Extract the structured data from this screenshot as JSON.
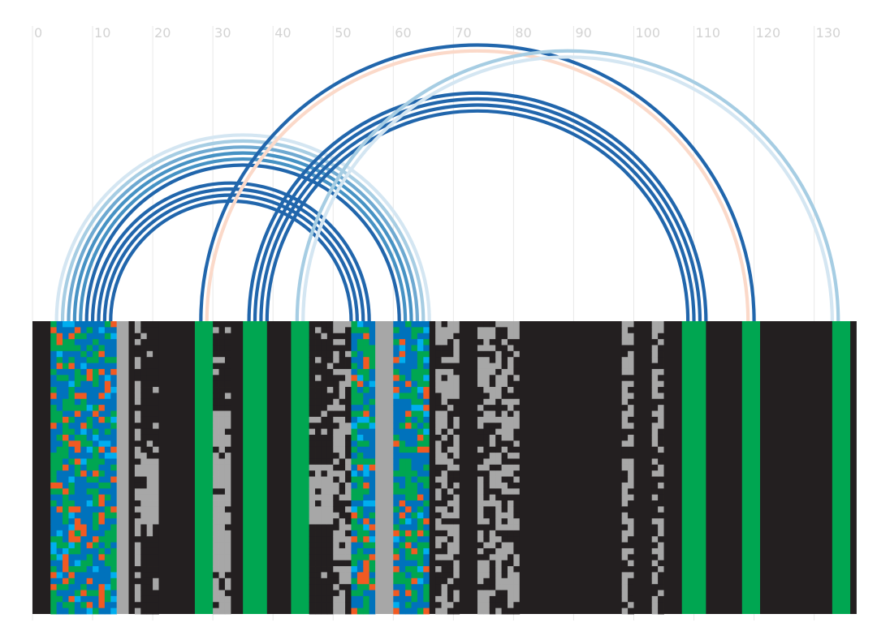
{
  "chart_data": {
    "type": "heatmap",
    "title": "",
    "xlabel": "",
    "ylabel": "",
    "xlim": [
      0,
      137
    ],
    "ylim": [
      0,
      49
    ],
    "tick_values": [
      0,
      10,
      20,
      30,
      40,
      50,
      60,
      70,
      80,
      90,
      100,
      110,
      120,
      130
    ],
    "tick_labels": [
      "0",
      "10",
      "20",
      "30",
      "40",
      "50",
      "60",
      "70",
      "80",
      "90",
      "100",
      "110",
      "120",
      "130"
    ],
    "grid": true,
    "rows": 49,
    "colors": {
      "K": "#231f20",
      "G": "#a7a7a7",
      "E": "#00a651",
      "B": "#0072bc",
      "O": "#f15a22",
      "C": "#00aeef",
      "grid": "#e8e8e8",
      "tick_label": "#d3d3d3"
    },
    "columns": [
      {
        "start": 0,
        "end": 3,
        "pattern": "solid",
        "colors": [
          "K"
        ]
      },
      {
        "start": 3,
        "end": 14,
        "pattern": "mixed",
        "colors": [
          "B",
          "E",
          "O",
          "C"
        ]
      },
      {
        "start": 14,
        "end": 16,
        "pattern": "solid",
        "colors": [
          "G"
        ]
      },
      {
        "start": 16,
        "end": 17,
        "pattern": "solid",
        "colors": [
          "K"
        ]
      },
      {
        "start": 17,
        "end": 18,
        "pattern": "sparse",
        "colors": [
          "G",
          "K"
        ]
      },
      {
        "start": 18,
        "end": 21,
        "pattern": "band",
        "colors": [
          "G",
          "K"
        ],
        "band": [
          23,
          34
        ]
      },
      {
        "start": 21,
        "end": 27,
        "pattern": "solid",
        "colors": [
          "K"
        ]
      },
      {
        "start": 27,
        "end": 30,
        "pattern": "solid",
        "colors": [
          "E"
        ]
      },
      {
        "start": 30,
        "end": 33,
        "pattern": "band",
        "colors": [
          "G",
          "K"
        ],
        "band": [
          15,
          49
        ]
      },
      {
        "start": 33,
        "end": 35,
        "pattern": "solid",
        "colors": [
          "K"
        ]
      },
      {
        "start": 35,
        "end": 39,
        "pattern": "solid",
        "colors": [
          "E"
        ]
      },
      {
        "start": 39,
        "end": 43,
        "pattern": "solid",
        "colors": [
          "K"
        ]
      },
      {
        "start": 43,
        "end": 46,
        "pattern": "solid",
        "colors": [
          "E"
        ]
      },
      {
        "start": 46,
        "end": 50,
        "pattern": "band",
        "colors": [
          "G",
          "K"
        ],
        "band": [
          24,
          34
        ]
      },
      {
        "start": 50,
        "end": 53,
        "pattern": "sparse",
        "colors": [
          "G",
          "K"
        ]
      },
      {
        "start": 53,
        "end": 57,
        "pattern": "mixed",
        "colors": [
          "B",
          "E",
          "O",
          "C"
        ]
      },
      {
        "start": 57,
        "end": 60,
        "pattern": "solid",
        "colors": [
          "G"
        ]
      },
      {
        "start": 60,
        "end": 66,
        "pattern": "mixed",
        "colors": [
          "B",
          "E",
          "O",
          "C"
        ]
      },
      {
        "start": 66,
        "end": 67,
        "pattern": "solid",
        "colors": [
          "K"
        ]
      },
      {
        "start": 67,
        "end": 71,
        "pattern": "sparse",
        "colors": [
          "G",
          "K"
        ]
      },
      {
        "start": 71,
        "end": 74,
        "pattern": "solid",
        "colors": [
          "K"
        ]
      },
      {
        "start": 74,
        "end": 81,
        "pattern": "sparse",
        "colors": [
          "G",
          "K"
        ]
      },
      {
        "start": 81,
        "end": 98,
        "pattern": "solid",
        "colors": [
          "K"
        ]
      },
      {
        "start": 98,
        "end": 100,
        "pattern": "sparse",
        "colors": [
          "G",
          "K"
        ]
      },
      {
        "start": 100,
        "end": 103,
        "pattern": "solid",
        "colors": [
          "K"
        ]
      },
      {
        "start": 103,
        "end": 105,
        "pattern": "sparse",
        "colors": [
          "G",
          "K"
        ]
      },
      {
        "start": 105,
        "end": 108,
        "pattern": "solid",
        "colors": [
          "K"
        ]
      },
      {
        "start": 108,
        "end": 112,
        "pattern": "solid",
        "colors": [
          "E"
        ]
      },
      {
        "start": 112,
        "end": 118,
        "pattern": "solid",
        "colors": [
          "K"
        ]
      },
      {
        "start": 118,
        "end": 121,
        "pattern": "solid",
        "colors": [
          "E"
        ]
      },
      {
        "start": 121,
        "end": 133,
        "pattern": "solid",
        "colors": [
          "K"
        ]
      },
      {
        "start": 133,
        "end": 136,
        "pattern": "solid",
        "colors": [
          "E"
        ]
      },
      {
        "start": 136,
        "end": 137,
        "pattern": "solid",
        "colors": [
          "K"
        ]
      }
    ],
    "arcs": [
      {
        "x1": 4,
        "x2": 66,
        "color": "#d4e6f2"
      },
      {
        "x1": 5,
        "x2": 65,
        "color": "#a6cde3"
      },
      {
        "x1": 6,
        "x2": 64,
        "color": "#6ea9d1"
      },
      {
        "x1": 7,
        "x2": 63,
        "color": "#4692c4"
      },
      {
        "x1": 8,
        "x2": 62,
        "color": "#4692c4"
      },
      {
        "x1": 9,
        "x2": 61,
        "color": "#2166ac"
      },
      {
        "x1": 10,
        "x2": 56,
        "color": "#2166ac"
      },
      {
        "x1": 11,
        "x2": 55,
        "color": "#2166ac"
      },
      {
        "x1": 12,
        "x2": 54,
        "color": "#2166ac"
      },
      {
        "x1": 13,
        "x2": 53,
        "color": "#2166ac"
      },
      {
        "x1": 28,
        "x2": 120,
        "color": "#2166ac"
      },
      {
        "x1": 29,
        "x2": 119,
        "color": "#fbd9c9"
      },
      {
        "x1": 36,
        "x2": 112,
        "color": "#2166ac"
      },
      {
        "x1": 37,
        "x2": 111,
        "color": "#2166ac"
      },
      {
        "x1": 38,
        "x2": 110,
        "color": "#2166ac"
      },
      {
        "x1": 39,
        "x2": 109,
        "color": "#2166ac"
      },
      {
        "x1": 44,
        "x2": 134,
        "color": "#a6cde3"
      },
      {
        "x1": 45,
        "x2": 133,
        "color": "#d4e6f2"
      }
    ]
  }
}
